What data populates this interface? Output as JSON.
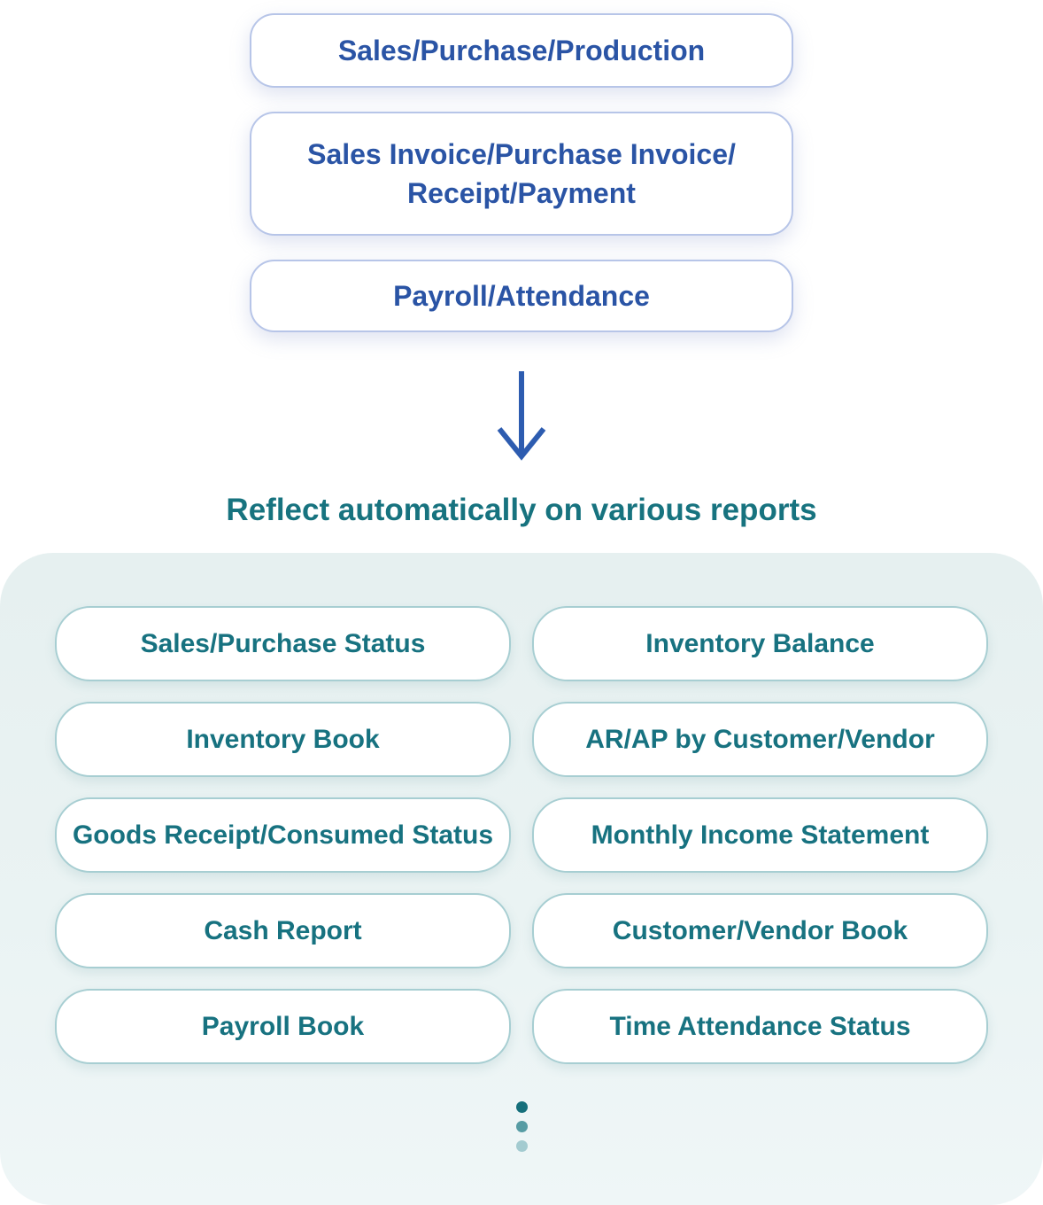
{
  "colors": {
    "source_text": "#2a54a5",
    "source_border": "#b7c5e8",
    "arrow": "#2d5cb0",
    "heading_text": "#17737f",
    "report_text": "#177280",
    "report_border": "#a7ced2",
    "panel_background": "#e9f2f3",
    "dot_colors": [
      "#156f7b",
      "#579ca4",
      "#a3cbd0"
    ]
  },
  "sources": [
    {
      "label": "Sales/Purchase/Production"
    },
    {
      "label": "Sales Invoice/Purchase Invoice/\nReceipt/Payment"
    },
    {
      "label": "Payroll/Attendance"
    }
  ],
  "arrow_icon": "down-arrow",
  "heading": "Reflect automatically on various reports",
  "reports": {
    "items": [
      "Sales/Purchase Status",
      "Inventory Balance",
      "Inventory Book",
      "AR/AP by Customer/Vendor",
      "Goods Receipt/Consumed Status",
      "Monthly Income Statement",
      "Cash Report",
      "Customer/Vendor Book",
      "Payroll Book",
      "Time Attendance Status"
    ],
    "more_indicator": "ellipsis"
  }
}
